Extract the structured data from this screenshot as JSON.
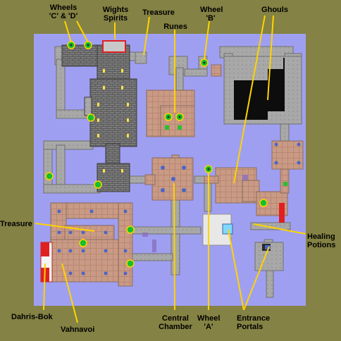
{
  "labels": {
    "wheels_cd": "Wheels\n'C' & 'D'",
    "wights": "Wights\nSpirits",
    "treasure_top": "Treasure",
    "wheel_b": "Wheel\n'B'",
    "ghouls": "Ghouls",
    "runes": "Runes",
    "treasure_left": "Treasure",
    "healing": "Healing\nPotions",
    "dahris": "Dahris-Bok",
    "vahnavoi": "Vahnavoi",
    "central": "Central\nChamber",
    "wheel_a": "Wheel\n'A'",
    "portals": "Entrance\nPortals"
  },
  "colors": {
    "background": "#848244",
    "map_field": "#9f9ff2",
    "stone": "#a6a6a6",
    "brick": "#575757",
    "room_floor": "#c99a84",
    "pit": "#101010",
    "water": "#4a66c8",
    "wheel": "#13c02d",
    "fire": "#e02020",
    "line": "#ffd400"
  },
  "icons": [
    "wheel-icon",
    "water-pool-icon",
    "fire-hazard-icon",
    "portal-icon"
  ]
}
